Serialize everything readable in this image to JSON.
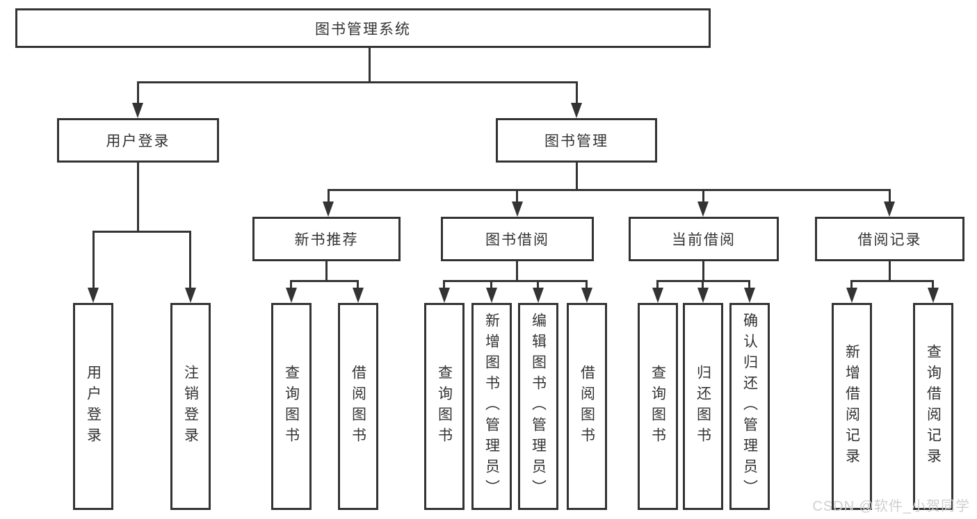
{
  "diagram": {
    "root": {
      "label": "图书管理系统"
    },
    "level2": [
      {
        "label": "用户登录",
        "children": [
          "用户登录",
          "注销登录"
        ]
      },
      {
        "label": "图书管理"
      }
    ],
    "modules": [
      {
        "label": "新书推荐",
        "children": [
          "查询图书",
          "借阅图书"
        ]
      },
      {
        "label": "图书借阅",
        "children": [
          "查询图书",
          "新增图书（管理员）",
          "编辑图书（管理员）",
          "借阅图书"
        ]
      },
      {
        "label": "当前借阅",
        "children": [
          "查询图书",
          "归还图书",
          "确认归还（管理员）"
        ]
      },
      {
        "label": "借阅记录",
        "children": [
          "新增借阅记录",
          "查询借阅记录"
        ]
      }
    ]
  },
  "watermark": "CSDN @软件_小贺同学",
  "colors": {
    "line": "#333333",
    "text": "#333333",
    "background": "#ffffff",
    "watermark": "#cfcfcf"
  }
}
